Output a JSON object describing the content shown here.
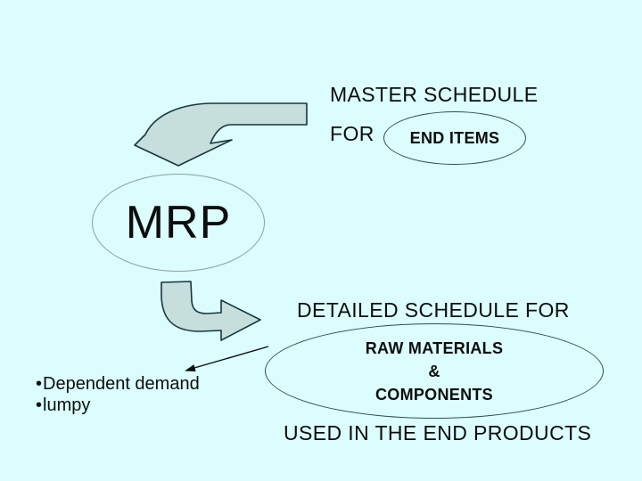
{
  "colors": {
    "bg": "#dbfdfd",
    "ink": "#0d0d0d",
    "arrow-fill": "#c6dfdc",
    "outline": "#17363e",
    "ellipse-line": "#2f4f4f",
    "mrp-line": "#8aa0a0"
  },
  "master_schedule": {
    "line1": "MASTER SCHEDULE",
    "line2": "FOR",
    "end_items_label": "END ITEMS"
  },
  "mrp": {
    "label": "MRP"
  },
  "detailed_schedule": {
    "title": "DETAILED SCHEDULE FOR",
    "ellipse_line1": "RAW MATERIALS",
    "ellipse_line2": "&",
    "ellipse_line3": "COMPONENTS",
    "footer": "USED IN THE END PRODUCTS"
  },
  "notes": {
    "bullet": "•",
    "items": [
      "Dependent demand",
      "lumpy"
    ]
  }
}
